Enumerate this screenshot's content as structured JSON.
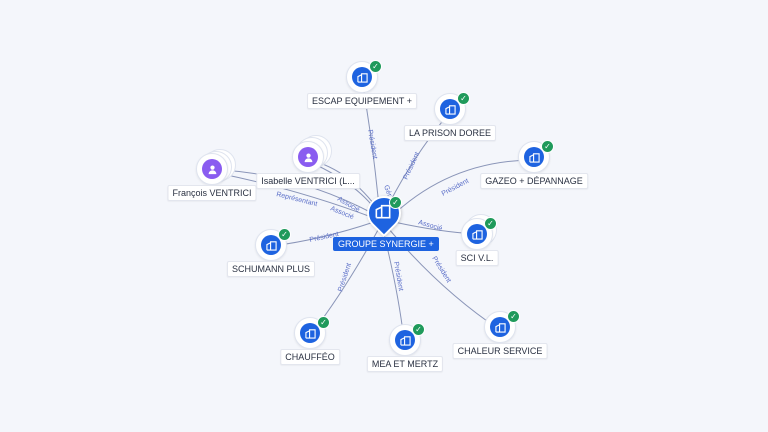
{
  "center": {
    "label": "GROUPE SYNERGIE +",
    "icon": "building-icon",
    "verified": true
  },
  "nodes": [
    {
      "id": "escap",
      "label": "ESCAP EQUIPEMENT +",
      "kind": "company"
    },
    {
      "id": "prison",
      "label": "LA PRISON DOREE",
      "kind": "company"
    },
    {
      "id": "gazeo",
      "label": "GAZEO + DÉPANNAGE",
      "kind": "company"
    },
    {
      "id": "sci",
      "label": "SCI V.L.",
      "kind": "company"
    },
    {
      "id": "chaleur",
      "label": "CHALEUR SERVICE",
      "kind": "company"
    },
    {
      "id": "mea",
      "label": "MEA ET MERTZ",
      "kind": "company"
    },
    {
      "id": "chauffeo",
      "label": "CHAUFFÉO",
      "kind": "company"
    },
    {
      "id": "schumann",
      "label": "SCHUMANN PLUS",
      "kind": "company"
    },
    {
      "id": "francois",
      "label": "François VENTRICI",
      "kind": "person"
    },
    {
      "id": "isabelle",
      "label": "Isabelle VENTRICI (L...",
      "kind": "person"
    }
  ],
  "edge_labels": {
    "escap": "Président",
    "prison": "Président",
    "gazeo": "Président",
    "sci": "Associé",
    "chaleur": "Président",
    "mea": "Président",
    "chauffeo": "Président",
    "schumann": "Président",
    "francois_1": "Représentant",
    "francois_2": "Associé",
    "isabelle_1": "Gér...",
    "isabelle_2": "Associé"
  },
  "colors": {
    "company": "#1e63e0",
    "person": "#8a5cf0",
    "verified": "#1f9a5b",
    "edge": "#6f7fb5"
  }
}
